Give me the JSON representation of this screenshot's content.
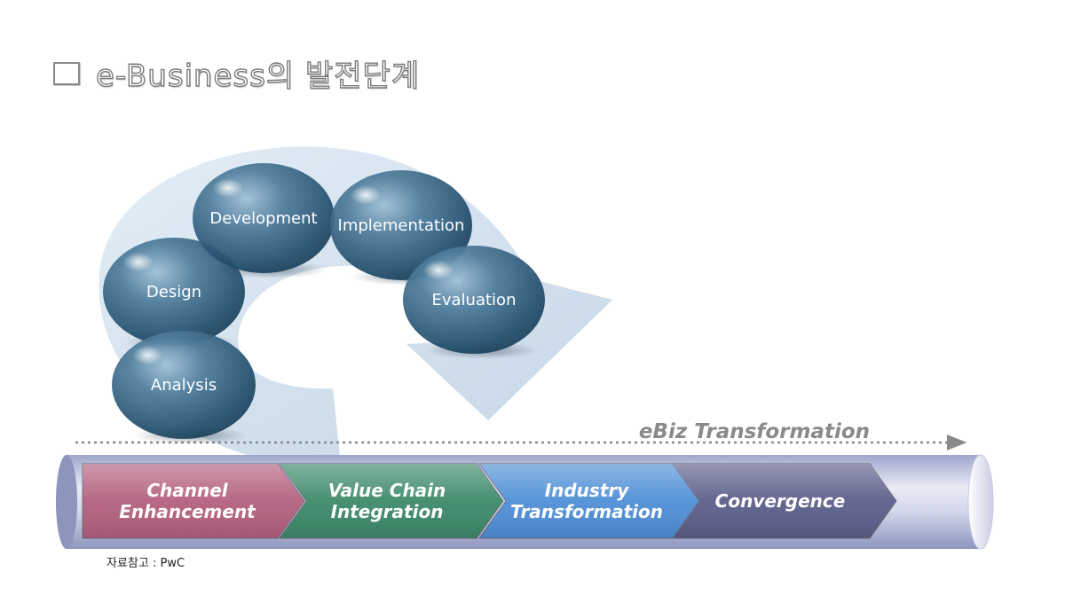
{
  "title": "e-Business의 발전단계",
  "cycle": {
    "phases": [
      {
        "label": "Development"
      },
      {
        "label": "Implementation"
      },
      {
        "label": "Design"
      },
      {
        "label": "Evaluation"
      },
      {
        "label": "Analysis"
      }
    ]
  },
  "transformation": {
    "label": "eBiz Transformation",
    "stages": [
      {
        "lines": [
          "Channel",
          "Enhancement"
        ],
        "color": "#b4607f"
      },
      {
        "lines": [
          "Value Chain",
          "Integration"
        ],
        "color": "#3d8a69"
      },
      {
        "lines": [
          "Industry",
          "Transformation"
        ],
        "color": "#4f8fd6"
      },
      {
        "lines": [
          "Convergence"
        ],
        "color": "#5c5f8a"
      }
    ]
  },
  "source": "자료참고 : PwC"
}
